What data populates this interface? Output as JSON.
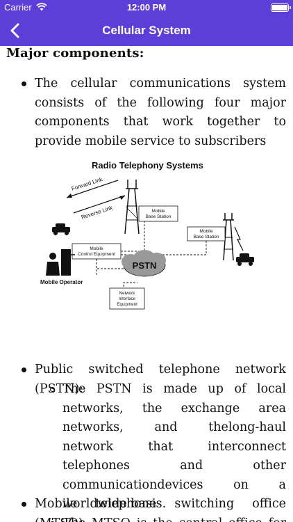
{
  "status_bar": {
    "carrier": "Carrier",
    "time": "12:00 PM"
  },
  "nav": {
    "title": "Cellular System"
  },
  "content": {
    "heading": "Major components:",
    "intro_bullet": "The cellular communications system consists of the following four major components that work together to provide mobile service to subscribers",
    "diagram": {
      "title": "Radio Telephony Systems",
      "forward_link": "Forward Link",
      "reverse_link": "Reverse Link",
      "base_station_1": [
        "Mobile",
        "Base Station"
      ],
      "base_station_2": [
        "Mobile",
        "Base Station"
      ],
      "control_equipment": [
        "Mobile",
        "Control Equipment"
      ],
      "pstn": "PSTN",
      "mobile_operator": "Mobile Operator",
      "network_interface": [
        "Network",
        "Interface",
        "Equipment"
      ]
    },
    "pstn_bullet": "Public switched telephone network (PSTN):",
    "pstn_sub": "The PSTN is made up of local networks, the exchange area networks, and thelong-haul network that interconnect telephones and other communicationdevices on a worldwide basis.",
    "mtso_bullet": "Mobile telephone switching office (MTSO)",
    "mtso_sub": "The MTSO is the central office for"
  }
}
